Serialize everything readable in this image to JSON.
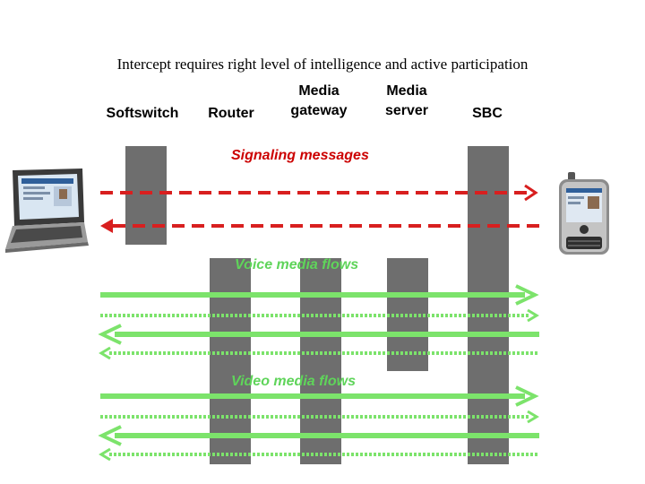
{
  "title": "Intercept requires right level of intelligence and active participation",
  "columns": {
    "softswitch": "Softswitch",
    "router": "Router",
    "media_gateway": "Media\ngateway",
    "media_server": "Media\nserver",
    "sbc": "SBC"
  },
  "flows": {
    "signaling": "Signaling messages",
    "voice": "Voice media flows",
    "video": "Video media flows"
  },
  "devices": {
    "left": "laptop-icon",
    "right": "pda-phone-icon"
  },
  "colors": {
    "signaling": "#d81f1f",
    "voice_video": "#7ce36b",
    "node_bar": "#6e6e6e",
    "signaling_label": "#cc0000",
    "media_label": "#5fd45a"
  }
}
